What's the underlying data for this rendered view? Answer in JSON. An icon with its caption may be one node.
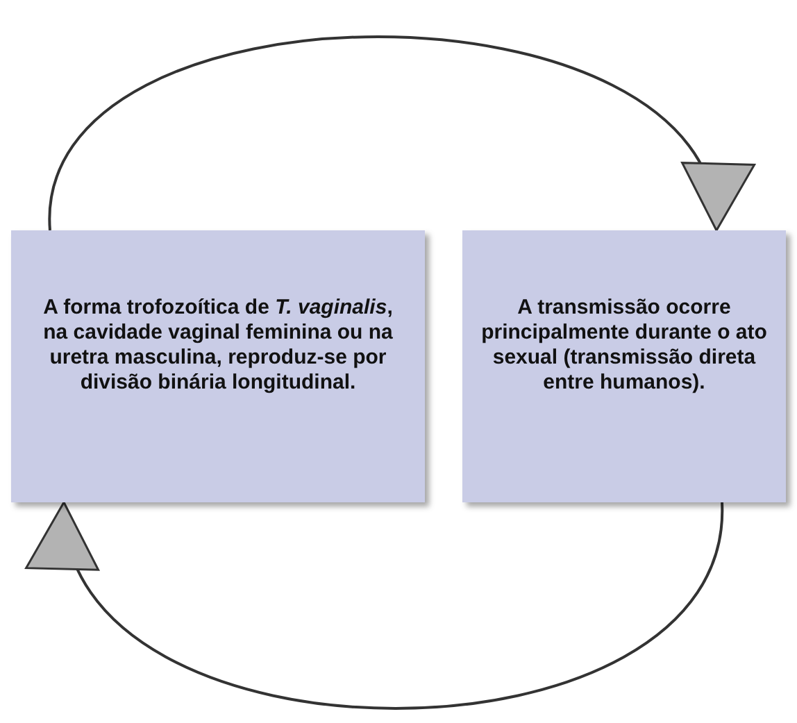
{
  "diagram": {
    "nodes": [
      {
        "text": [
          "A forma trofozoítica de *T. vaginalis*, na cavidade vaginal feminina ou na uretra masculina, reproduz-se por divisão binária longitudinal."
        ]
      },
      {
        "text": [
          "A transmissão ocorre principalmente durante o ato sexual (transmissão direta entre humanos)."
        ]
      }
    ],
    "edges": [
      {
        "from": 0,
        "to": 1,
        "arrow": "to"
      },
      {
        "from": 1,
        "to": 0,
        "arrow": "to"
      }
    ]
  }
}
